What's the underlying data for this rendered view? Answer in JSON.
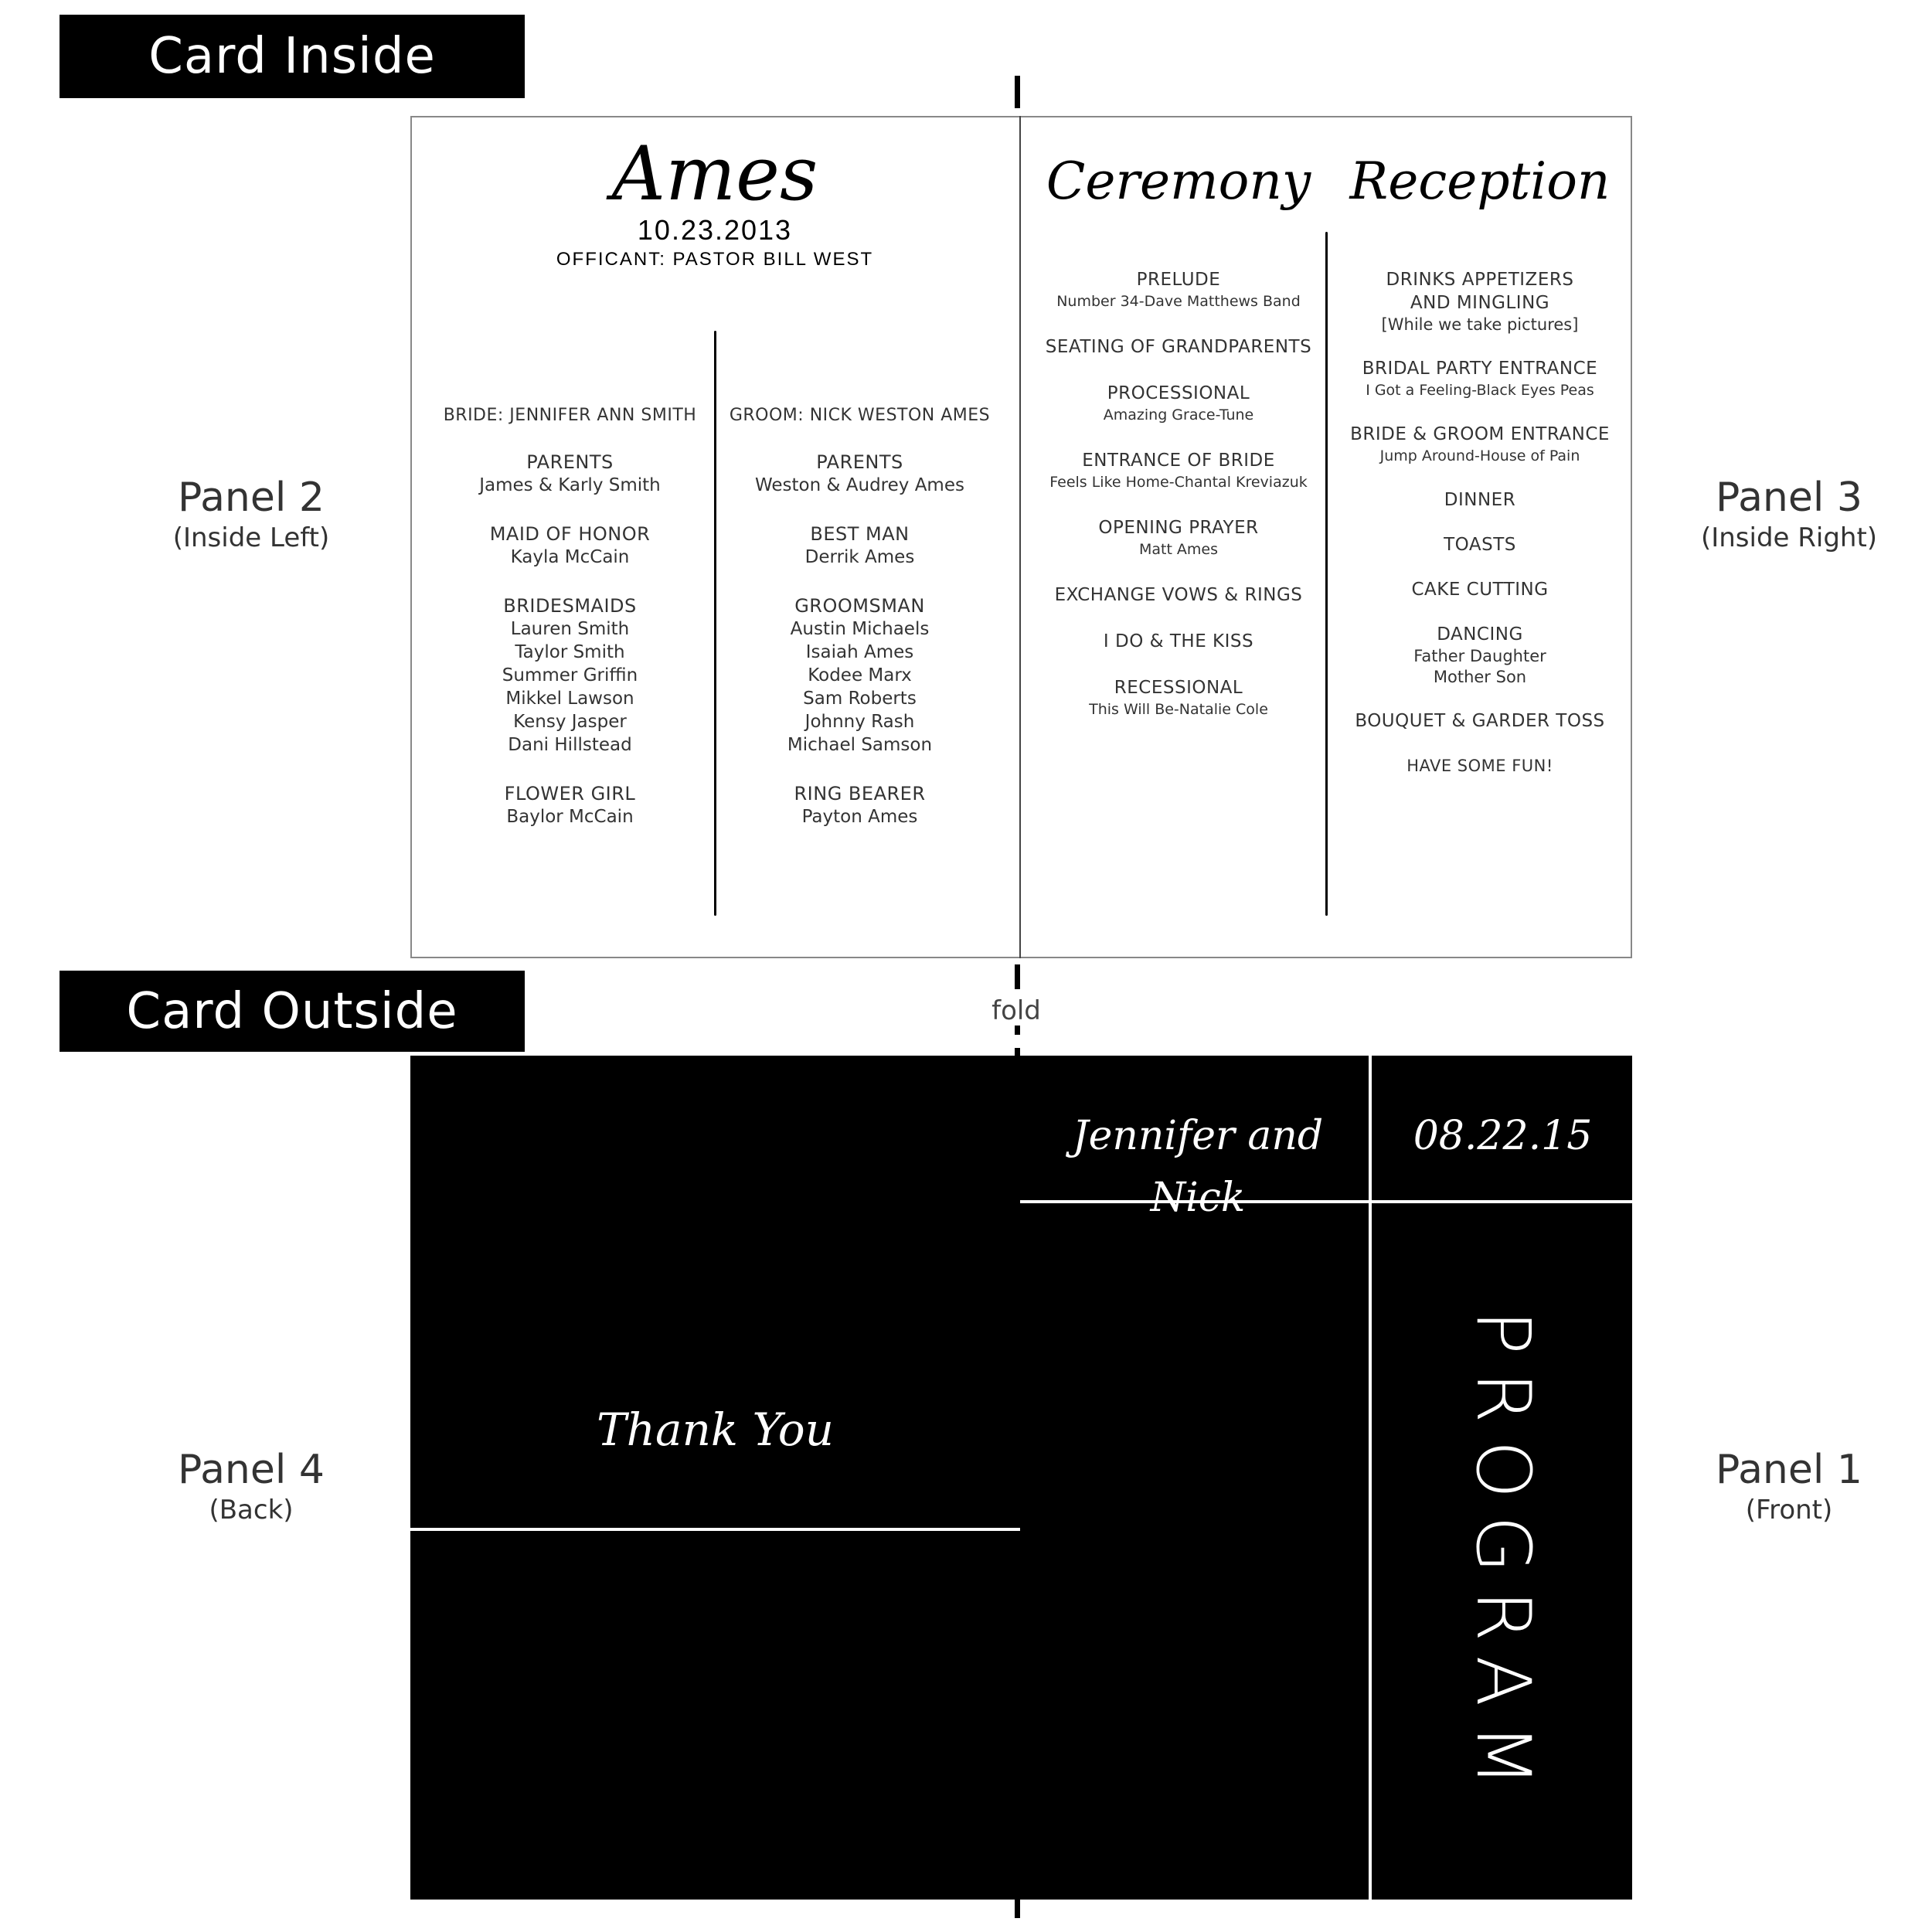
{
  "labels": {
    "card_inside": "Card Inside",
    "card_outside": "Card Outside",
    "fold": "fold"
  },
  "panels": {
    "panel2": {
      "title": "Panel 2",
      "subtitle": "(Inside Left)"
    },
    "panel3": {
      "title": "Panel 3",
      "subtitle": "(Inside Right)"
    },
    "panel4": {
      "title": "Panel 4",
      "subtitle": "(Back)"
    },
    "panel1": {
      "title": "Panel 1",
      "subtitle": "(Front)"
    }
  },
  "inside_left": {
    "family_name": "Ames",
    "date": "10.23.2013",
    "officiant": "OFFICANT: PASTOR BILL WEST",
    "bride_side": {
      "title": "BRIDE: JENNIFER ANN SMITH",
      "groups": [
        {
          "head": "PARENTS",
          "names": [
            "James & Karly Smith"
          ]
        },
        {
          "head": "MAID OF HONOR",
          "names": [
            "Kayla McCain"
          ]
        },
        {
          "head": "BRIDESMAIDS",
          "names": [
            "Lauren Smith",
            "Taylor Smith",
            "Summer Griffin",
            "Mikkel Lawson",
            "Kensy Jasper",
            "Dani Hillstead"
          ]
        },
        {
          "head": "FLOWER GIRL",
          "names": [
            "Baylor McCain"
          ]
        }
      ]
    },
    "groom_side": {
      "title": "GROOM: NICK WESTON AMES",
      "groups": [
        {
          "head": "PARENTS",
          "names": [
            "Weston & Audrey Ames"
          ]
        },
        {
          "head": "BEST MAN",
          "names": [
            "Derrik Ames"
          ]
        },
        {
          "head": "GROOMSMAN",
          "names": [
            "Austin Michaels",
            "Isaiah Ames",
            "Kodee Marx",
            "Sam Roberts",
            "Johnny Rash",
            "Michael Samson"
          ]
        },
        {
          "head": "RING BEARER",
          "names": [
            "Payton Ames"
          ]
        }
      ]
    }
  },
  "inside_right": {
    "ceremony": {
      "title": "Ceremony",
      "items": [
        {
          "head": "PRELUDE",
          "sub": "Number 34-Dave Matthews Band"
        },
        {
          "head": "SEATING OF GRANDPARENTS",
          "sub": ""
        },
        {
          "head": "PROCESSIONAL",
          "sub": "Amazing Grace-Tune"
        },
        {
          "head": "ENTRANCE OF BRIDE",
          "sub": "Feels Like Home-Chantal Kreviazuk"
        },
        {
          "head": "OPENING PRAYER",
          "sub": "Matt Ames"
        },
        {
          "head": "EXCHANGE VOWS & RINGS",
          "sub": ""
        },
        {
          "head": "I DO & THE KISS",
          "sub": ""
        },
        {
          "head": "RECESSIONAL",
          "sub": "This Will Be-Natalie Cole"
        }
      ]
    },
    "reception": {
      "title": "Reception",
      "items": [
        {
          "head": "DRINKS APPETIZERS",
          "head2": "AND MINGLING",
          "sub": "[While we take pictures]"
        },
        {
          "head": "BRIDAL PARTY ENTRANCE",
          "head2": "",
          "sub": "I Got a Feeling-Black Eyes Peas"
        },
        {
          "head": "BRIDE & GROOM ENTRANCE",
          "head2": "",
          "sub": "Jump Around-House of Pain"
        },
        {
          "head": "DINNER",
          "head2": "",
          "sub": ""
        },
        {
          "head": "TOASTS",
          "head2": "",
          "sub": ""
        },
        {
          "head": "CAKE CUTTING",
          "head2": "",
          "sub": ""
        },
        {
          "head": "DANCING",
          "head2": "",
          "sub": "Father Daughter",
          "sub2": "Mother Son"
        },
        {
          "head": "BOUQUET & GARDER TOSS",
          "head2": "",
          "sub": ""
        },
        {
          "head": "HAVE SOME FUN!",
          "head2": "",
          "sub": ""
        }
      ]
    }
  },
  "outside": {
    "back_text": "Thank You",
    "couple": "Jennifer and Nick",
    "date": "08.22.15",
    "program": "PROGRAM"
  },
  "colors": {
    "ink": "#000000",
    "paper": "#ffffff",
    "body_text": "#333333",
    "outline": "#888888"
  }
}
